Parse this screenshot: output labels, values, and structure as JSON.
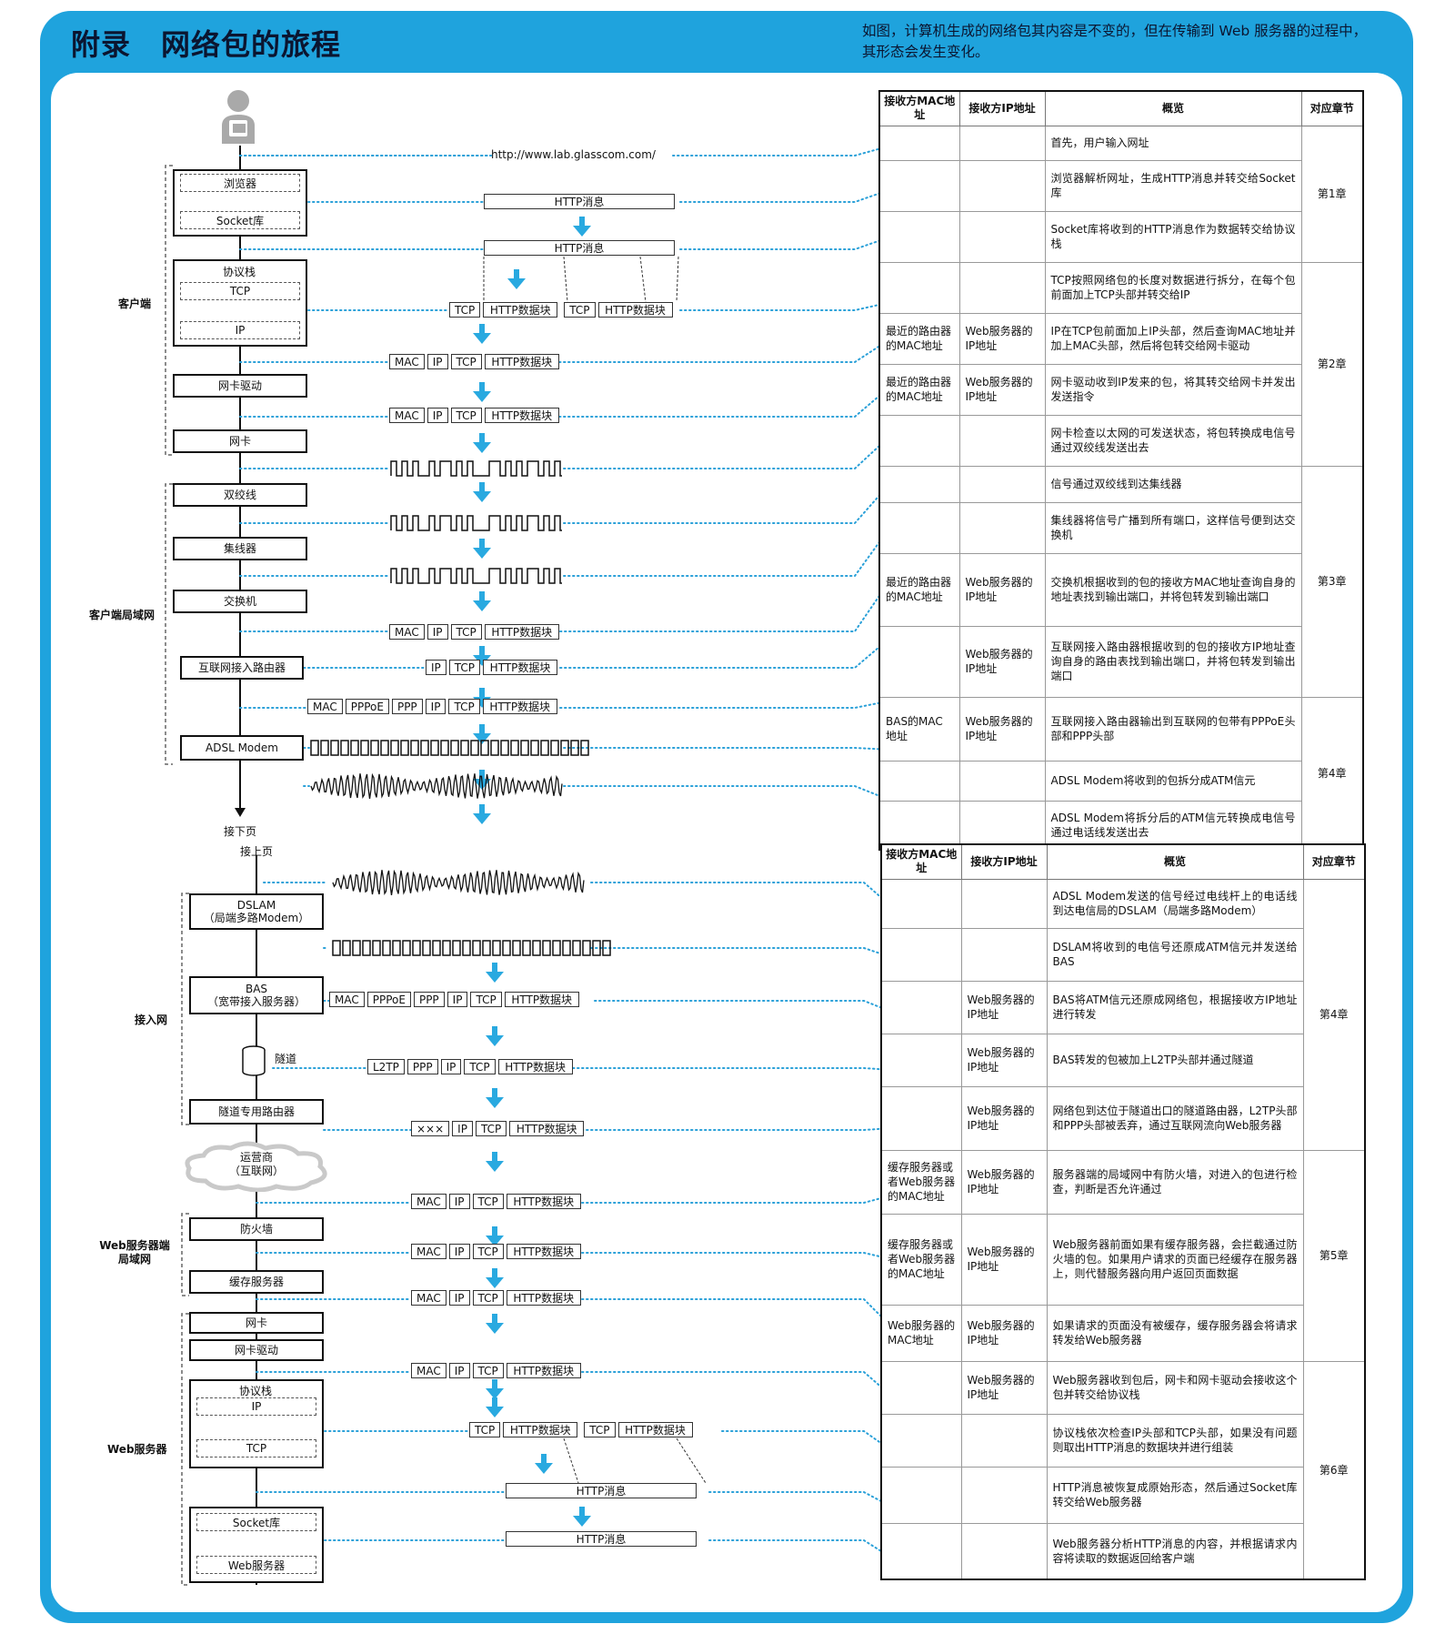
{
  "header": {
    "title": "附录　网络包的旅程",
    "description": "如图，计算机生成的网络包其内容是不变的，但在传输到 Web 服务器的过程中，其形态会发生变化。"
  },
  "top_url": "http://www.lab.glasscom.com/",
  "page_break": {
    "next": "接下页",
    "prev": "接上页"
  },
  "groups": {
    "client": "客户端",
    "client_lan": "客户端局域网",
    "access": "接入网",
    "web_lan": "Web服务器端局域网",
    "web_server": "Web服务器"
  },
  "devices": {
    "browser": "浏览器",
    "socket_lib": "Socket库",
    "protocol_stack": "协议栈",
    "tcp": "TCP",
    "ip": "IP",
    "nic_driver": "网卡驱动",
    "nic": "网卡",
    "twisted_pair": "双绞线",
    "hub": "集线器",
    "switch": "交换机",
    "router": "互联网接入路由器",
    "adsl_modem": "ADSL Modem",
    "dslam_l1": "DSLAM",
    "dslam_l2": "（局端多路Modem）",
    "bas_l1": "BAS",
    "bas_l2": "（宽带接入服务器）",
    "tunnel": "隧道",
    "tunnel_router": "隧道专用路由器",
    "isp_l1": "运营商",
    "isp_l2": "（互联网）",
    "firewall": "防火墙",
    "cache_server": "缓存服务器",
    "nic2": "网卡",
    "nic_driver2": "网卡驱动",
    "protocol_stack2": "协议栈",
    "ip2": "IP",
    "tcp2": "TCP",
    "socket_lib2": "Socket库",
    "web_app": "Web服务器"
  },
  "packet_labels": {
    "http_msg": "HTTP消息",
    "http_chunk": "HTTP数据块",
    "tcp": "TCP",
    "ip": "IP",
    "mac": "MAC",
    "pppoe": "PPPoE",
    "ppp": "PPP",
    "l2tp": "L2TP",
    "xxx": "×××"
  },
  "table_headers": {
    "mac": "接收方MAC地址",
    "ip": "接收方IP地址",
    "summary": "概览",
    "chapter": "对应章节",
    "chapter_short": "对应章节"
  },
  "table1": [
    {
      "mac": "",
      "ip": "",
      "text": "首先，用户输入网址"
    },
    {
      "mac": "",
      "ip": "",
      "text": "浏览器解析网址，生成HTTP消息并转交给Socket库"
    },
    {
      "mac": "",
      "ip": "",
      "text": "Socket库将收到的HTTP消息作为数据转交给协议栈"
    },
    {
      "mac": "",
      "ip": "",
      "text": "TCP按照网络包的长度对数据进行拆分，在每个包前面加上TCP头部并转交给IP"
    },
    {
      "mac": "最近的路由器的MAC地址",
      "ip": "Web服务器的IP地址",
      "text": "IP在TCP包前面加上IP头部，然后查询MAC地址并加上MAC头部，然后将包转交给网卡驱动"
    },
    {
      "mac": "最近的路由器的MAC地址",
      "ip": "Web服务器的IP地址",
      "text": "网卡驱动收到IP发来的包，将其转交给网卡并发出发送指令"
    },
    {
      "mac": "",
      "ip": "",
      "text": "网卡检查以太网的可发送状态，将包转换成电信号通过双绞线发送出去"
    },
    {
      "mac": "",
      "ip": "",
      "text": "信号通过双绞线到达集线器"
    },
    {
      "mac": "",
      "ip": "",
      "text": "集线器将信号广播到所有端口，这样信号便到达交换机"
    },
    {
      "mac": "最近的路由器的MAC地址",
      "ip": "Web服务器的IP地址",
      "text": "交换机根据收到的包的接收方MAC地址查询自身的地址表找到输出端口，并将包转发到输出端口"
    },
    {
      "mac": "",
      "ip": "Web服务器的IP地址",
      "text": "互联网接入路由器根据收到的包的接收方IP地址查询自身的路由表找到输出端口，并将包转发到输出端口"
    },
    {
      "mac": "BAS的MAC地址",
      "ip": "Web服务器的IP地址",
      "text": "互联网接入路由器输出到互联网的包带有PPPoE头部和PPP头部"
    },
    {
      "mac": "",
      "ip": "",
      "text": "ADSL Modem将收到的包拆分成ATM信元"
    },
    {
      "mac": "",
      "ip": "",
      "text": "ADSL Modem将拆分后的ATM信元转换成电信号通过电话线发送出去"
    }
  ],
  "table1_chapters": [
    "第1章",
    "第2章",
    "第3章",
    "第4章"
  ],
  "table2": [
    {
      "mac": "",
      "ip": "",
      "text": "ADSL Modem发送的信号经过电线杆上的电话线到达电信局的DSLAM（局端多路Modem）"
    },
    {
      "mac": "",
      "ip": "",
      "text": "DSLAM将收到的电信号还原成ATM信元并发送给BAS"
    },
    {
      "mac": "",
      "ip": "Web服务器的IP地址",
      "text": "BAS将ATM信元还原成网络包，根据接收方IP地址进行转发"
    },
    {
      "mac": "",
      "ip": "Web服务器的IP地址",
      "text": "BAS转发的包被加上L2TP头部并通过隧道"
    },
    {
      "mac": "",
      "ip": "Web服务器的IP地址",
      "text": "网络包到达位于隧道出口的隧道路由器，L2TP头部和PPP头部被丢弃，通过互联网流向Web服务器"
    },
    {
      "mac": "缓存服务器或者Web服务器的MAC地址",
      "ip": "Web服务器的IP地址",
      "text": "服务器端的局域网中有防火墙，对进入的包进行检查，判断是否允许通过"
    },
    {
      "mac": "缓存服务器或者Web服务器的MAC地址",
      "ip": "Web服务器的IP地址",
      "text": "Web服务器前面如果有缓存服务器，会拦截通过防火墙的包。如果用户请求的页面已经缓存在服务器上，则代替服务器向用户返回页面数据"
    },
    {
      "mac": "Web服务器的MAC地址",
      "ip": "Web服务器的IP地址",
      "text": "如果请求的页面没有被缓存，缓存服务器会将请求转发给Web服务器"
    },
    {
      "mac": "",
      "ip": "Web服务器的IP地址",
      "text": "Web服务器收到包后，网卡和网卡驱动会接收这个包并转交给协议栈"
    },
    {
      "mac": "",
      "ip": "",
      "text": "协议栈依次检查IP头部和TCP头部，如果没有问题则取出HTTP消息的数据块并进行组装"
    },
    {
      "mac": "",
      "ip": "",
      "text": "HTTP消息被恢复成原始形态，然后通过Socket库转交给Web服务器"
    },
    {
      "mac": "",
      "ip": "",
      "text": "Web服务器分析HTTP消息的内容，并根据请求内容将读取的数据返回给客户端"
    }
  ],
  "table2_chapters": [
    "第4章",
    "第5章",
    "第6章"
  ],
  "colors": {
    "frame": "#1fa3dd",
    "arrow": "#29a9e0",
    "dotted": "#2aa0d8",
    "text": "#111111"
  }
}
